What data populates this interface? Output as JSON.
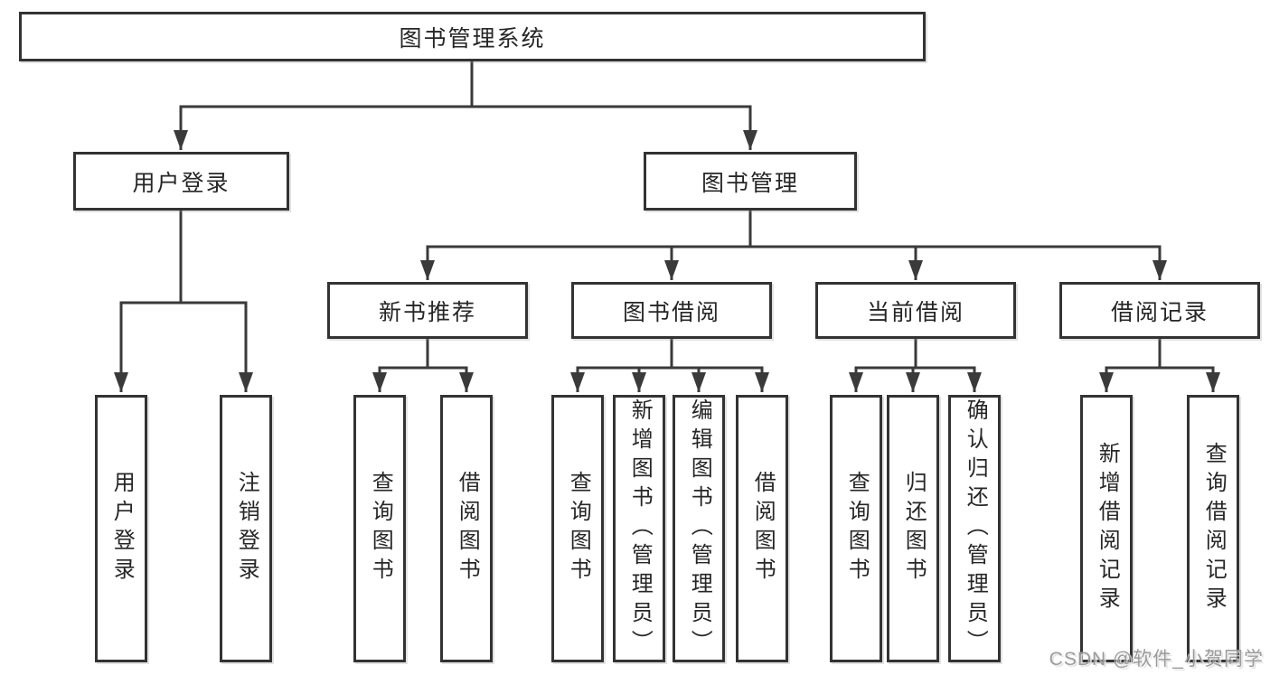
{
  "diagram": {
    "title": "图书管理系统",
    "level2": {
      "user_login": "用户登录",
      "book_mgmt": "图书管理"
    },
    "level3": {
      "new_books": "新书推荐",
      "borrowing": "图书借阅",
      "current": "当前借阅",
      "records": "借阅记录"
    },
    "leaves": {
      "g1": [
        "用户登录",
        "注销登录"
      ],
      "g2": [
        "查询图书",
        "借阅图书"
      ],
      "g3": [
        "查询图书",
        "新增图书（管理员）",
        "编辑图书（管理员）",
        "借阅图书"
      ],
      "g4": [
        "查询图书",
        "归还图书",
        "确认归还（管理员）"
      ],
      "g5": [
        "新增借阅记录",
        "查询借阅记录"
      ]
    },
    "watermark": "CSDN @软件_小贺同学",
    "colors": {
      "line": "#3a3a3a",
      "box_border": "#333333",
      "box_fill": "#ffffff",
      "text": "#262626",
      "watermark": "#9c9c9c",
      "background": "#ffffff"
    }
  }
}
